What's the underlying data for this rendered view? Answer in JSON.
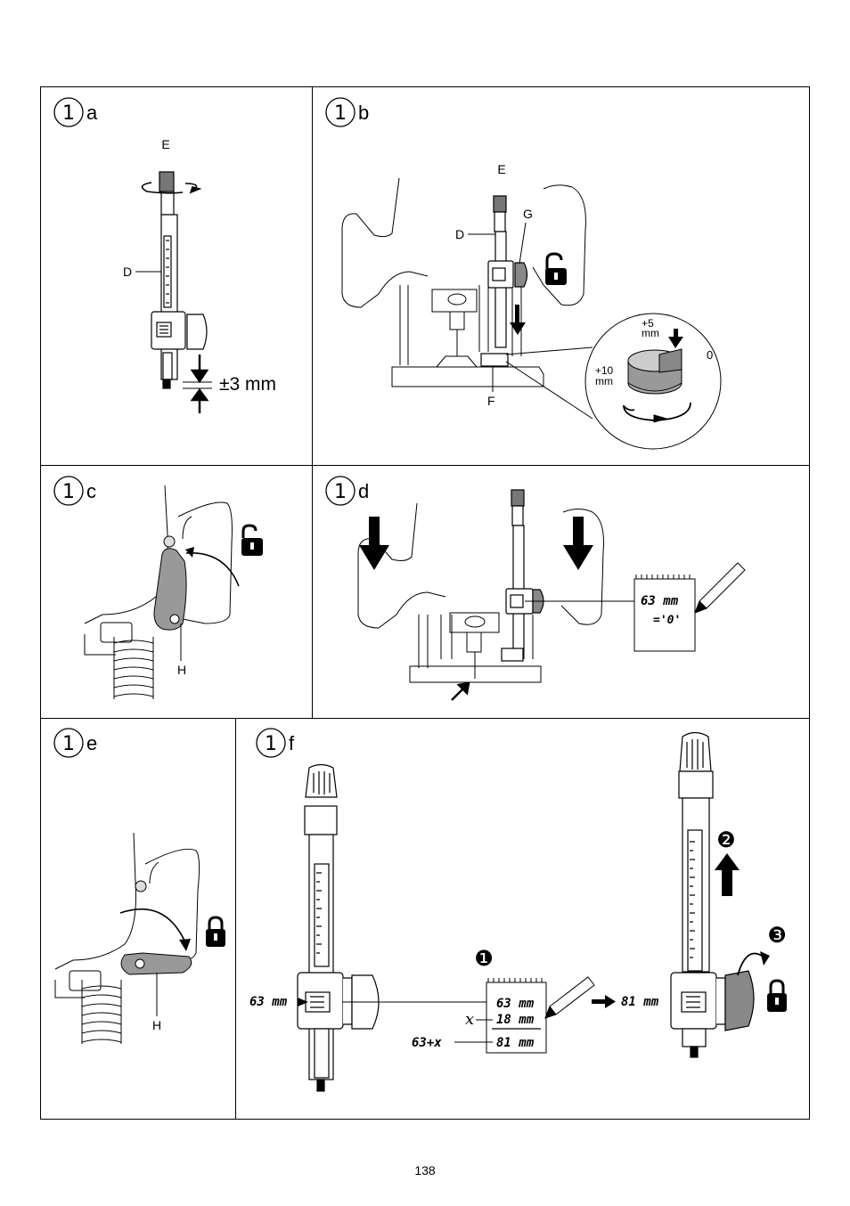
{
  "panels": [
    {
      "id": "1a",
      "num": "1",
      "letter": "a"
    },
    {
      "id": "1b",
      "num": "1",
      "letter": "b"
    },
    {
      "id": "1c",
      "num": "1",
      "letter": "c"
    },
    {
      "id": "1d",
      "num": "1",
      "letter": "d"
    },
    {
      "id": "1e",
      "num": "1",
      "letter": "e"
    },
    {
      "id": "1f",
      "num": "1",
      "letter": "f"
    }
  ],
  "labels": {
    "a_E": "E",
    "a_D": "D",
    "a_range": "±3 mm",
    "b_E": "E",
    "b_D": "D",
    "b_G": "G",
    "b_F": "F",
    "b_plus5": "+5",
    "b_mm1": "mm",
    "b_zero": "0",
    "b_plus10": "+10",
    "b_mm2": "mm",
    "c_H": "H",
    "d_note1": "63 mm",
    "d_note2": "='0'",
    "e_H": "H",
    "f_left_val": "63 mm",
    "f_step1": "❶",
    "f_step2": "❷",
    "f_step3": "❸",
    "f_note1": "63 mm",
    "f_note2": "18 mm",
    "f_note3": "81 mm",
    "f_x": "x",
    "f_63x": "63+x",
    "f_right_val": "81 mm"
  },
  "page_number": "138"
}
